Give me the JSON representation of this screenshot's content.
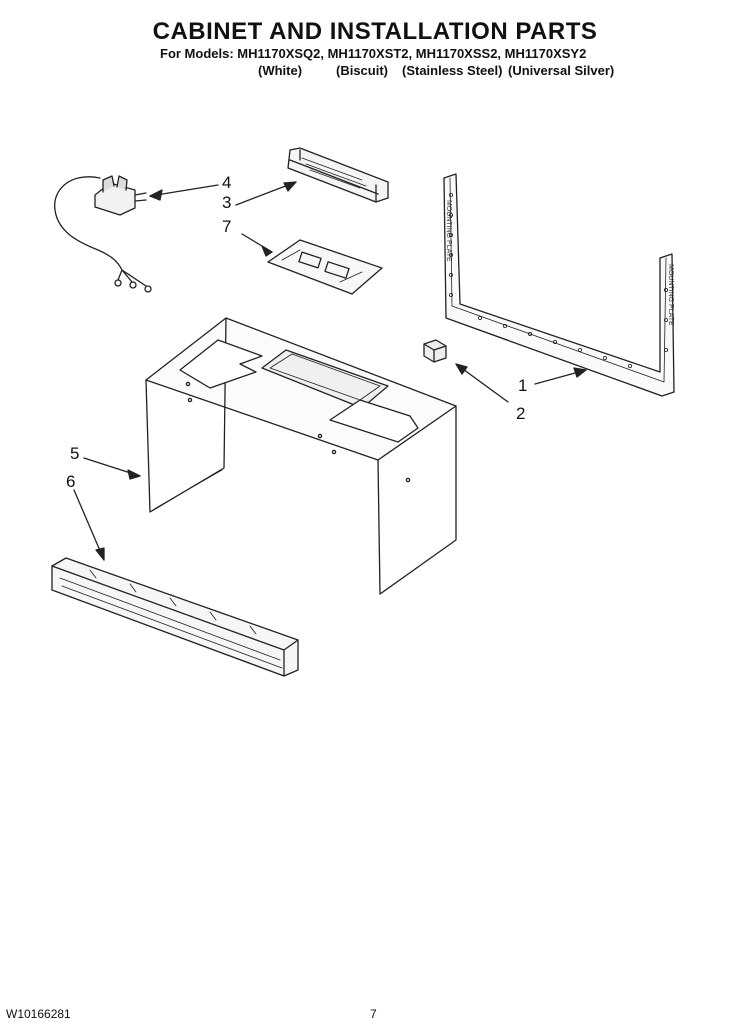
{
  "header": {
    "title": "CABINET AND INSTALLATION PARTS",
    "models_line": "For Models: MH1170XSQ2, MH1170XST2, MH1170XSS2, MH1170XSY2",
    "colors": [
      "(White)",
      "(Biscuit)",
      "(Stainless Steel)",
      "(Universal Silver)"
    ]
  },
  "callouts": {
    "c1": "1",
    "c2": "2",
    "c3": "3",
    "c4": "4",
    "c5": "5",
    "c6": "6",
    "c7": "7"
  },
  "plate_labels": {
    "vertical": "MOUNTING PLATE",
    "right": "MOUNTING PLATE"
  },
  "footer": {
    "doc_number": "W10166281",
    "page": "7"
  }
}
